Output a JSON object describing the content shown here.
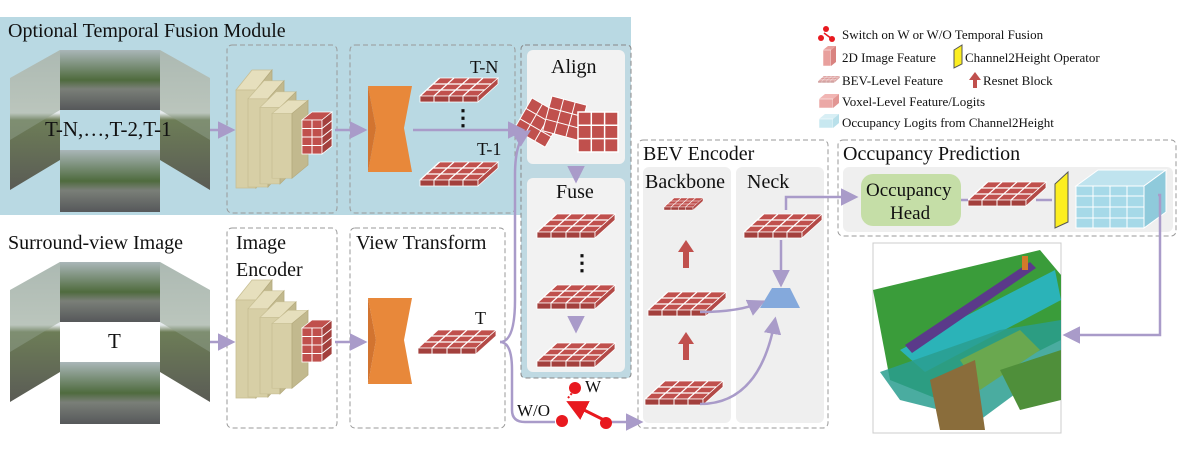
{
  "legend": {
    "switch": "Switch on W or W/O Temporal Fusion",
    "image_feature": "2D Image Feature",
    "channel2height": "Channel2Height Operator",
    "bev_feature": "BEV-Level Feature",
    "resnet": "Resnet Block",
    "voxel_feature": "Voxel-Level Feature/Logits",
    "occ_logits": "Occupancy Logits from Channel2Height"
  },
  "labels": {
    "temporal_module": "Optional Temporal Fusion Module",
    "temporal_frames": "T-N,…,T-2,T-1",
    "surround_view": "Surround-view Image",
    "current_frame": "T",
    "image_encoder_1": "Image",
    "image_encoder_2": "Encoder",
    "view_transform": "View Transform",
    "t_minus_n": "T-N",
    "t_minus_1": "T-1",
    "t_current": "T",
    "align": "Align",
    "fuse": "Fuse",
    "bev_encoder": "BEV Encoder",
    "backbone": "Backbone",
    "neck": "Neck",
    "occupancy_prediction": "Occupancy Prediction",
    "occupancy_head_1": "Occupancy",
    "occupancy_head_2": "Head",
    "with": "W",
    "without": "W/O",
    "dots": "⋮"
  },
  "colors": {
    "temporal_bg": "#b9d9e3",
    "panel_bg": "#efefef",
    "arrow": "#a99bc9",
    "feature_red": "#c0504d",
    "resnet_red": "#c0504d",
    "encoder_tan": "#d7cfa6",
    "view_orange": "#e8883a",
    "head_green": "#c5dea7",
    "neck_blue": "#84a9dc",
    "c2h_yellow": "#fcee21",
    "logits_cyan": "#a6d9e8",
    "switch_red": "#e8191f"
  }
}
